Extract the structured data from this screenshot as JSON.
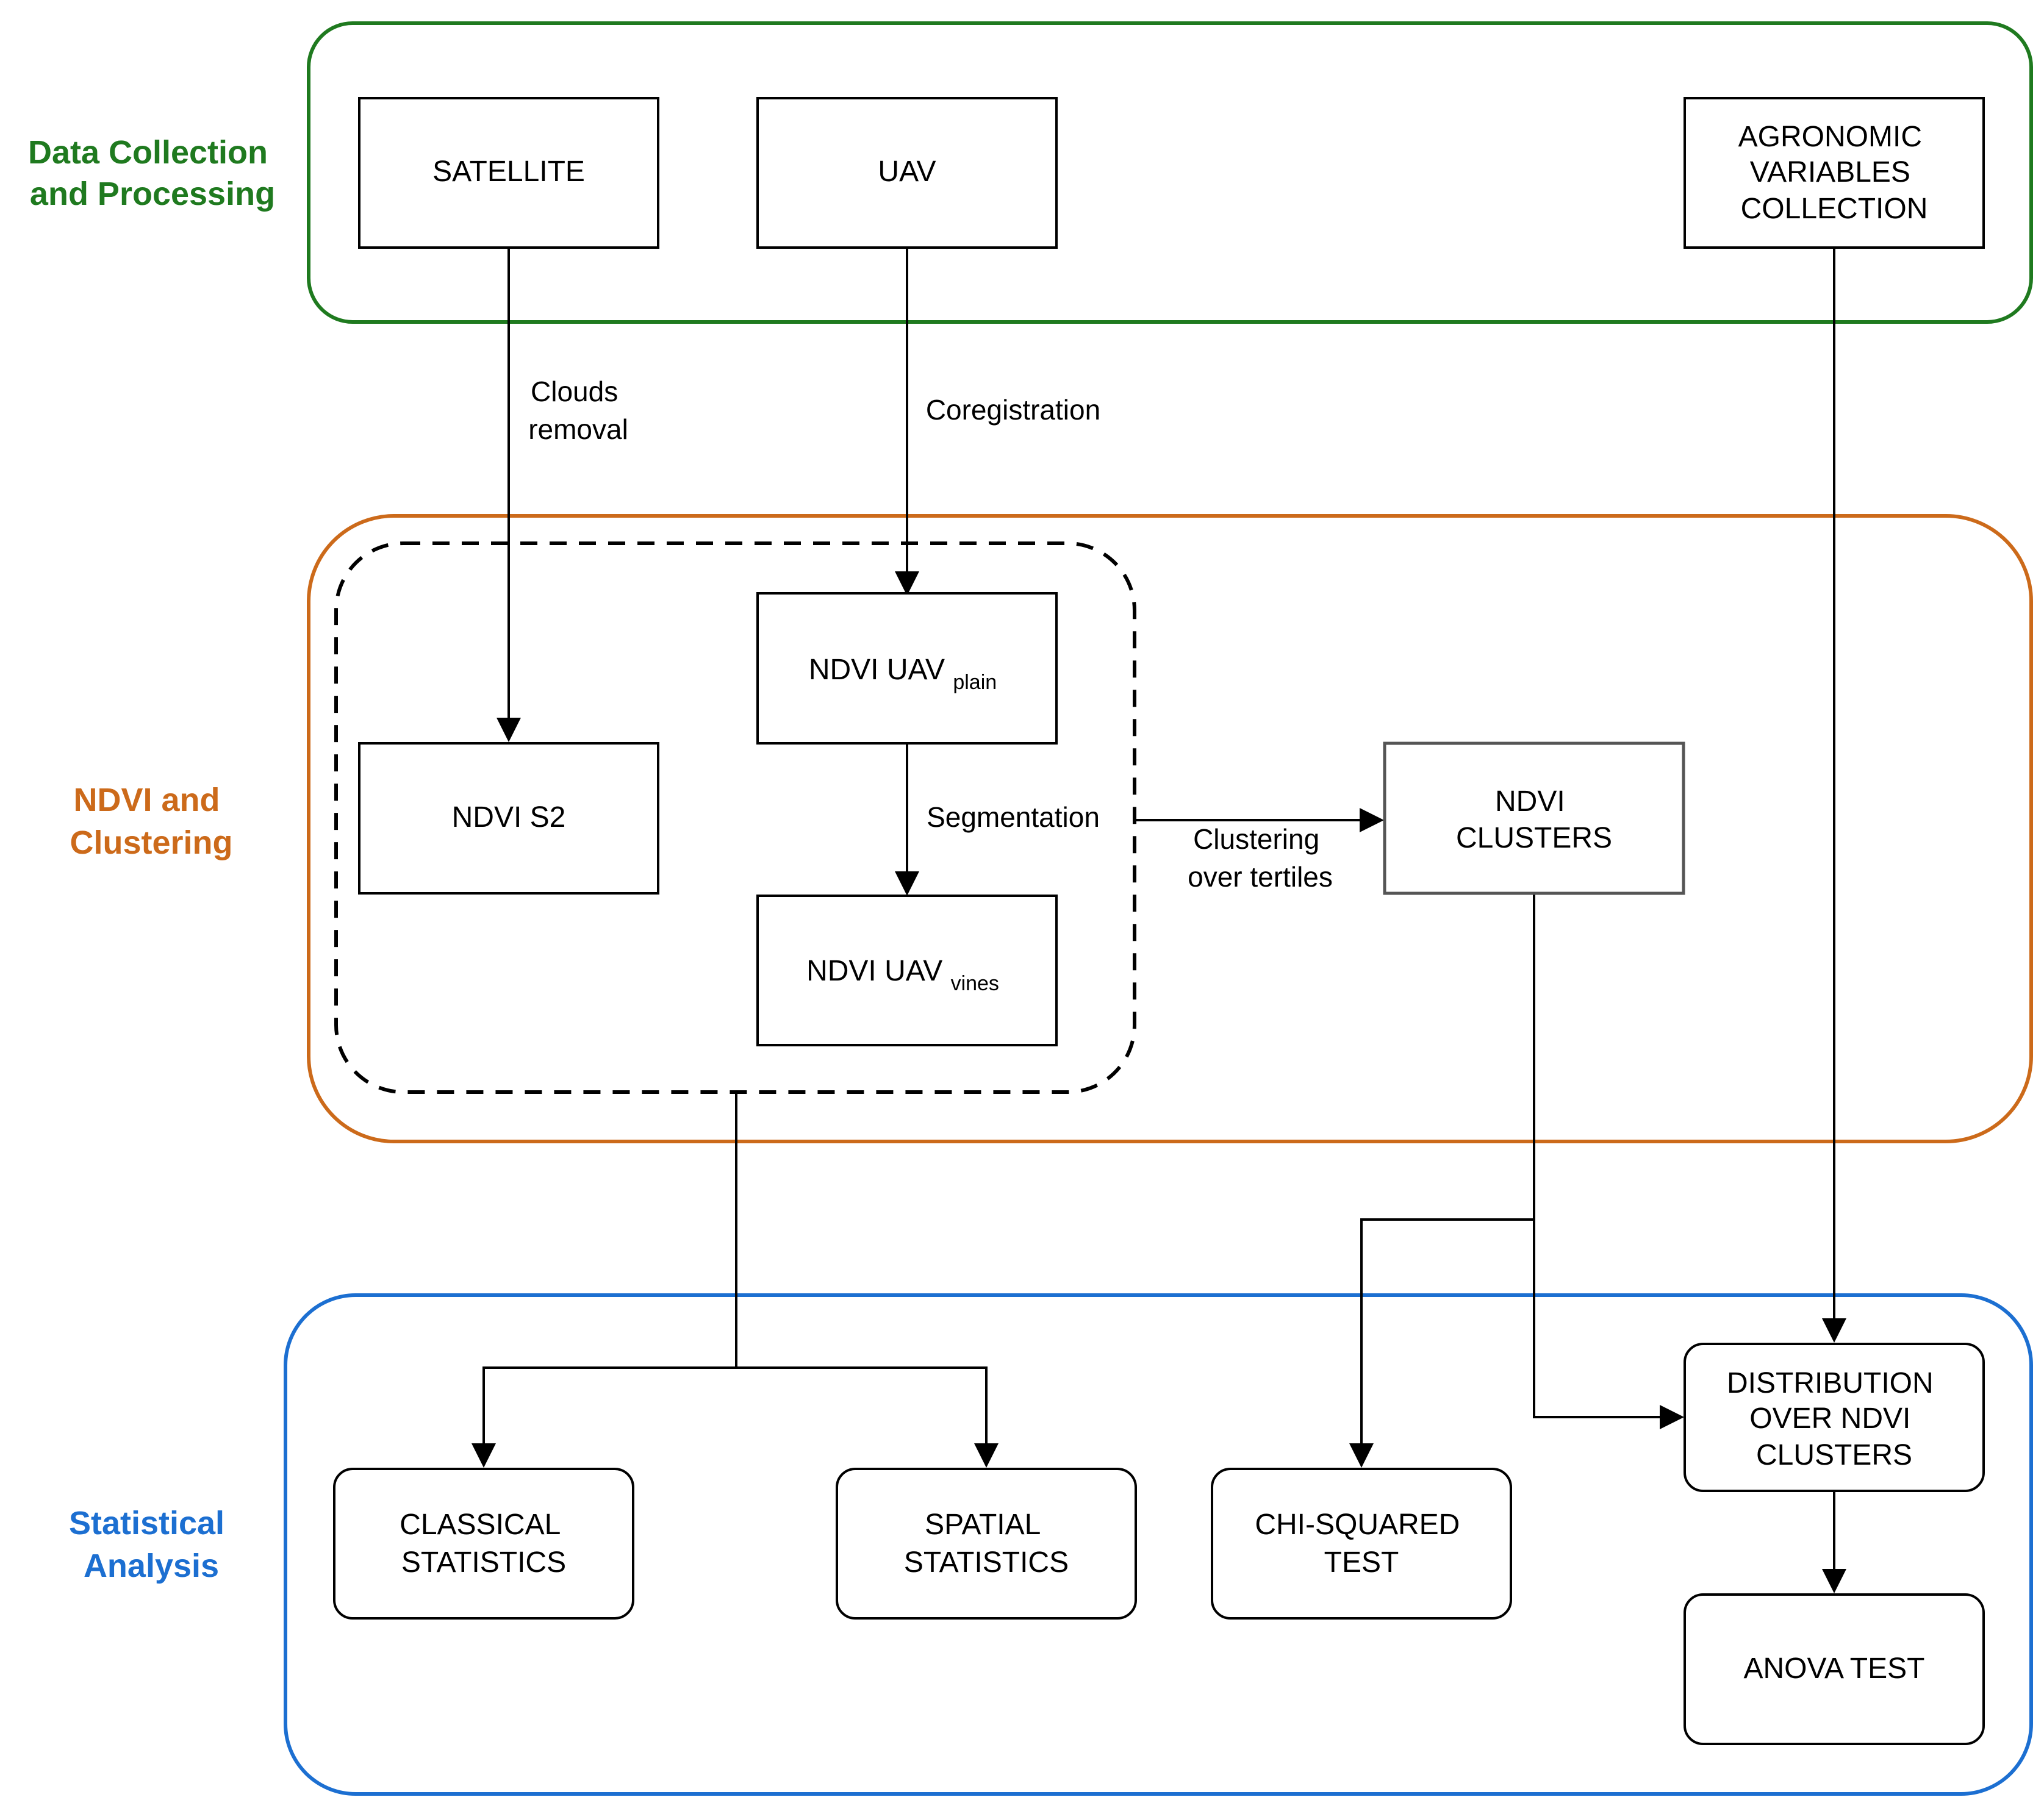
{
  "colors": {
    "data_collection": "#1f7a1f",
    "ndvi_clustering": "#cc6a1a",
    "statistical_analysis": "#1c6fd1",
    "stroke": "#000000"
  },
  "sections": {
    "data_collection": {
      "line1": "Data Collection",
      "line2": "and Processing"
    },
    "ndvi_clustering": {
      "line1": "NDVI and",
      "line2": "Clustering"
    },
    "statistical_analysis": {
      "line1": "Statistical",
      "line2": "Analysis"
    }
  },
  "nodes": {
    "satellite": "SATELLITE",
    "uav": "UAV",
    "agronomic": {
      "line1": "AGRONOMIC",
      "line2": "VARIABLES",
      "line3": "COLLECTION"
    },
    "ndvi_s2": "NDVI S2",
    "ndvi_uav_plain": {
      "main": "NDVI UAV",
      "sub": "plain"
    },
    "ndvi_uav_vines": {
      "main": "NDVI UAV",
      "sub": "vines"
    },
    "ndvi_clusters": {
      "line1": "NDVI",
      "line2": "CLUSTERS"
    },
    "classical_statistics": {
      "line1": "CLASSICAL",
      "line2": "STATISTICS"
    },
    "spatial_statistics": {
      "line1": "SPATIAL",
      "line2": "STATISTICS"
    },
    "chi_squared_test": {
      "line1": "CHI-SQUARED",
      "line2": "TEST"
    },
    "distribution": {
      "line1": "DISTRIBUTION",
      "line2": "OVER NDVI",
      "line3": "CLUSTERS"
    },
    "anova_test": "ANOVA TEST"
  },
  "edges": {
    "clouds_removal": {
      "line1": "Clouds",
      "line2": "removal"
    },
    "coregistration": "Coregistration",
    "segmentation": "Segmentation",
    "clustering_over_tertiles": {
      "line1": "Clustering",
      "line2": "over tertiles"
    }
  }
}
